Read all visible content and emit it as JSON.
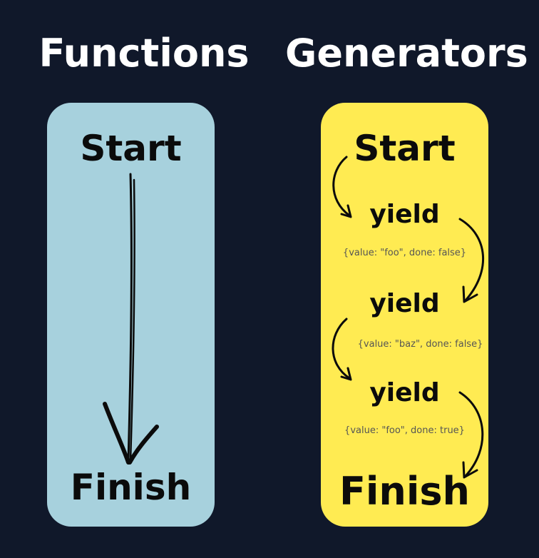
{
  "functions": {
    "title": "Functions",
    "start": "Start",
    "finish": "Finish"
  },
  "generators": {
    "title": "Generators",
    "start": "Start",
    "steps": [
      {
        "keyword": "yield",
        "value": "{value: \"foo\", done: false}"
      },
      {
        "keyword": "yield",
        "value": "{value: \"baz\", done: false}"
      },
      {
        "keyword": "yield",
        "value": "{value: \"foo\", done: true}"
      }
    ],
    "finish": "Finish"
  },
  "colors": {
    "background": "#10182a",
    "functions_panel": "#a7d1dd",
    "generators_panel": "#ffeb52",
    "ink": "#0b0b0b"
  }
}
